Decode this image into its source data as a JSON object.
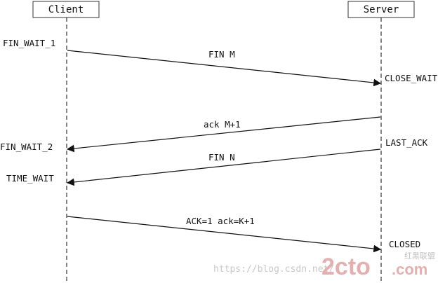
{
  "actors": {
    "client": "Client",
    "server": "Server"
  },
  "messages": {
    "fin_m": "FIN M",
    "ack_m1": "ack M+1",
    "fin_n": "FIN N",
    "ack_k1": "ACK=1 ack=K+1"
  },
  "client_states": {
    "fin_wait_1": "FIN_WAIT_1",
    "fin_wait_2": "FIN_WAIT_2",
    "time_wait": "TIME_WAIT"
  },
  "server_states": {
    "close_wait": "CLOSE_WAIT",
    "last_ack": "LAST_ACK",
    "closed": "CLOSED"
  },
  "watermark": {
    "url": "https://blog.csdn.net/",
    "logo_main": "2cto",
    "logo_suffix": ".com",
    "logo_subtitle": "红黑联盟"
  },
  "colors": {
    "line": "#111111",
    "watermark_text": "#c8c8c8",
    "logo": "#e2b0b0"
  }
}
